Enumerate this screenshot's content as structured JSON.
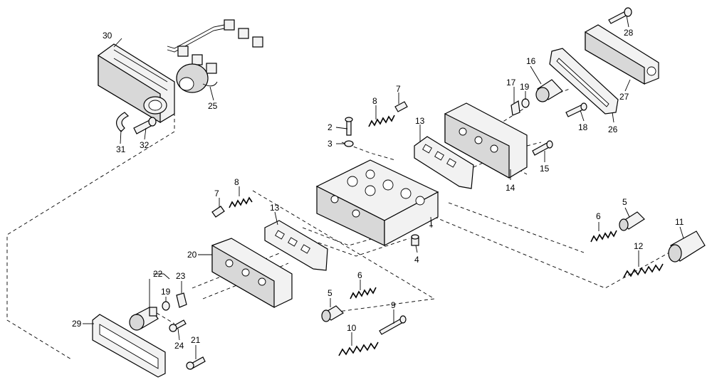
{
  "diagram": {
    "callouts": [
      {
        "id": "p1",
        "label": "1"
      },
      {
        "id": "p2",
        "label": "2"
      },
      {
        "id": "p3",
        "label": "3"
      },
      {
        "id": "p4",
        "label": "4"
      },
      {
        "id": "p5a",
        "label": "5"
      },
      {
        "id": "p5b",
        "label": "5"
      },
      {
        "id": "p6a",
        "label": "6"
      },
      {
        "id": "p6b",
        "label": "6"
      },
      {
        "id": "p7a",
        "label": "7"
      },
      {
        "id": "p7b",
        "label": "7"
      },
      {
        "id": "p8a",
        "label": "8"
      },
      {
        "id": "p8b",
        "label": "8"
      },
      {
        "id": "p9",
        "label": "9"
      },
      {
        "id": "p10",
        "label": "10"
      },
      {
        "id": "p11",
        "label": "11"
      },
      {
        "id": "p12",
        "label": "12"
      },
      {
        "id": "p13a",
        "label": "13"
      },
      {
        "id": "p13b",
        "label": "13"
      },
      {
        "id": "p14",
        "label": "14"
      },
      {
        "id": "p15",
        "label": "15"
      },
      {
        "id": "p16",
        "label": "16"
      },
      {
        "id": "p17",
        "label": "17"
      },
      {
        "id": "p18",
        "label": "18"
      },
      {
        "id": "p19a",
        "label": "19"
      },
      {
        "id": "p19b",
        "label": "19"
      },
      {
        "id": "p20",
        "label": "20"
      },
      {
        "id": "p21",
        "label": "21"
      },
      {
        "id": "p22",
        "label": "22"
      },
      {
        "id": "p23",
        "label": "23"
      },
      {
        "id": "p24",
        "label": "24"
      },
      {
        "id": "p25",
        "label": "25"
      },
      {
        "id": "p26",
        "label": "26"
      },
      {
        "id": "p27",
        "label": "27"
      },
      {
        "id": "p28",
        "label": "28"
      },
      {
        "id": "p29",
        "label": "29"
      },
      {
        "id": "p30",
        "label": "30"
      },
      {
        "id": "p31",
        "label": "31"
      },
      {
        "id": "p32",
        "label": "32"
      }
    ]
  }
}
